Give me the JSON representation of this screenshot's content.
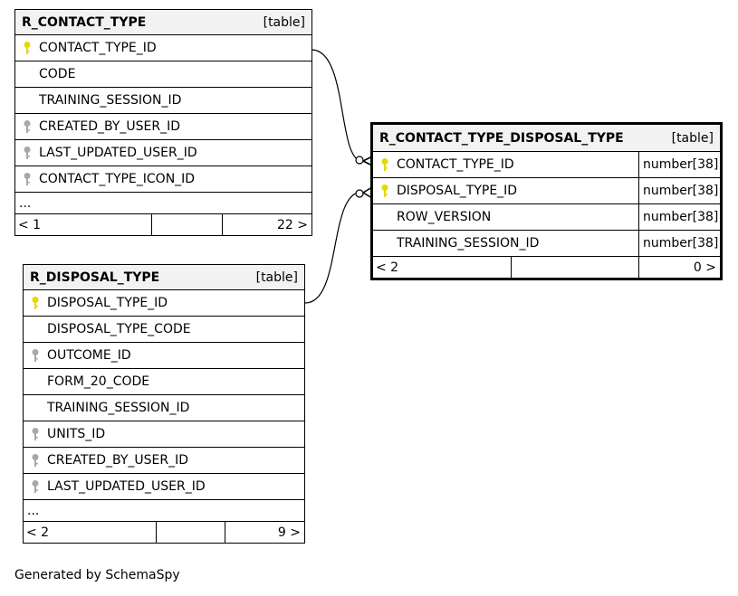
{
  "tables": {
    "contact_type": {
      "name": "R_CONTACT_TYPE",
      "kind": "[table]",
      "columns": [
        {
          "name": "CONTACT_TYPE_ID",
          "key": "primary"
        },
        {
          "name": "CODE",
          "key": "none"
        },
        {
          "name": "TRAINING_SESSION_ID",
          "key": "none"
        },
        {
          "name": "CREATED_BY_USER_ID",
          "key": "foreign"
        },
        {
          "name": "LAST_UPDATED_USER_ID",
          "key": "foreign"
        },
        {
          "name": "CONTACT_TYPE_ICON_ID",
          "key": "foreign"
        }
      ],
      "more": "...",
      "footer": {
        "left": "< 1",
        "right": "22 >"
      }
    },
    "disposal_type": {
      "name": "R_DISPOSAL_TYPE",
      "kind": "[table]",
      "columns": [
        {
          "name": "DISPOSAL_TYPE_ID",
          "key": "primary"
        },
        {
          "name": "DISPOSAL_TYPE_CODE",
          "key": "none"
        },
        {
          "name": "OUTCOME_ID",
          "key": "foreign"
        },
        {
          "name": "FORM_20_CODE",
          "key": "none"
        },
        {
          "name": "TRAINING_SESSION_ID",
          "key": "none"
        },
        {
          "name": "UNITS_ID",
          "key": "foreign"
        },
        {
          "name": "CREATED_BY_USER_ID",
          "key": "foreign"
        },
        {
          "name": "LAST_UPDATED_USER_ID",
          "key": "foreign"
        }
      ],
      "more": "...",
      "footer": {
        "left": "< 2",
        "right": "9 >"
      }
    },
    "contact_type_disposal_type": {
      "name": "R_CONTACT_TYPE_DISPOSAL_TYPE",
      "kind": "[table]",
      "columns": [
        {
          "name": "CONTACT_TYPE_ID",
          "key": "primary",
          "type": "number[38]"
        },
        {
          "name": "DISPOSAL_TYPE_ID",
          "key": "primary",
          "type": "number[38]"
        },
        {
          "name": "ROW_VERSION",
          "key": "none",
          "type": "number[38]"
        },
        {
          "name": "TRAINING_SESSION_ID",
          "key": "none",
          "type": "number[38]"
        }
      ],
      "footer": {
        "left": "< 2",
        "right": "0 >"
      }
    }
  },
  "colors": {
    "primary_key": "#e6d800",
    "foreign_key": "#a8a8a8",
    "header_bg": "#f2f2f2"
  },
  "credit": "Generated by SchemaSpy"
}
